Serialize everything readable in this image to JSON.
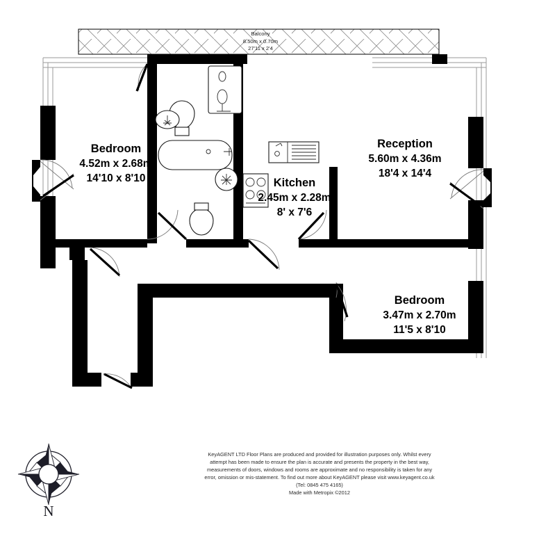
{
  "document": {
    "type": "floor-plan",
    "background_color": "#ffffff",
    "ink_color": "#000000"
  },
  "rooms": [
    {
      "id": "balcony",
      "name": "Balcony",
      "dim_metric": "8.50m x 0.70m",
      "dim_imperial": "27'11 x 2'4"
    },
    {
      "id": "bedroom-left",
      "name": "Bedroom",
      "dim_metric": "4.52m x 2.68m",
      "dim_imperial": "14'10 x 8'10"
    },
    {
      "id": "reception",
      "name": "Reception",
      "dim_metric": "5.60m x 4.36m",
      "dim_imperial": "18'4 x 14'4"
    },
    {
      "id": "kitchen",
      "name": "Kitchen",
      "dim_metric": "2.45m x 2.28m",
      "dim_imperial": "8' x 7'6"
    },
    {
      "id": "bedroom-right",
      "name": "Bedroom",
      "dim_metric": "3.47m x 2.70m",
      "dim_imperial": "11'5 x 8'10"
    }
  ],
  "fixtures": [
    "shower-enclosure-icon",
    "wc-toilet-icon",
    "wash-basin-icon",
    "bath-tub-icon",
    "second-wc-toilet-icon",
    "second-wash-basin-icon",
    "kitchen-sink-icon",
    "kitchen-hob-icon"
  ],
  "compass": {
    "north_label": "N",
    "icon": "compass-rose-icon"
  },
  "disclaimer": {
    "line1": "KeyAGENT LTD Floor Plans are produced and provided for illustration purposes only. Whilst every",
    "line2": "attempt has been made to ensure the plan is accurate and presents the property in the best way,",
    "line3": "measurements of doors, windows and rooms are approximate and no responsibility is taken for any",
    "line4": "error, omission or mis-statement. To find out more about KeyAGENT please visit www.keyagent.co.uk",
    "line5": "(Tel: 0845 475 4165)",
    "line6": "Made with Metropix ©2012"
  }
}
